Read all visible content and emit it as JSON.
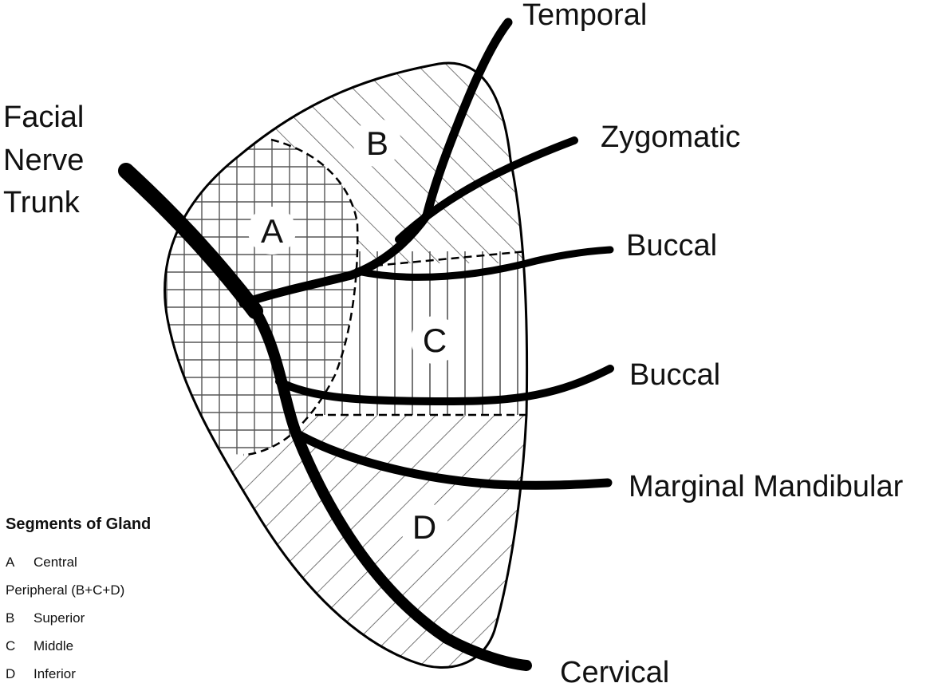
{
  "labels": {
    "trunk_line1": "Facial",
    "trunk_line2": "Nerve",
    "trunk_line3": "Trunk",
    "temporal": "Temporal",
    "zygomatic": "Zygomatic",
    "buccal_upper": "Buccal",
    "buccal_lower": "Buccal",
    "marginal_mandibular": "Marginal Mandibular",
    "cervical": "Cervical"
  },
  "segments": {
    "a": "A",
    "b": "B",
    "c": "C",
    "d": "D"
  },
  "legend": {
    "title": "Segments of Gland",
    "items": [
      {
        "letter": "A",
        "name": "Central"
      },
      {
        "text": "Peripheral (B+C+D)"
      },
      {
        "letter": "B",
        "name": "Superior"
      },
      {
        "letter": "C",
        "name": "Middle"
      },
      {
        "letter": "D",
        "name": "Inferior"
      }
    ]
  },
  "colors": {
    "line": "#000000",
    "hatch": "#555555",
    "background": "#ffffff"
  }
}
